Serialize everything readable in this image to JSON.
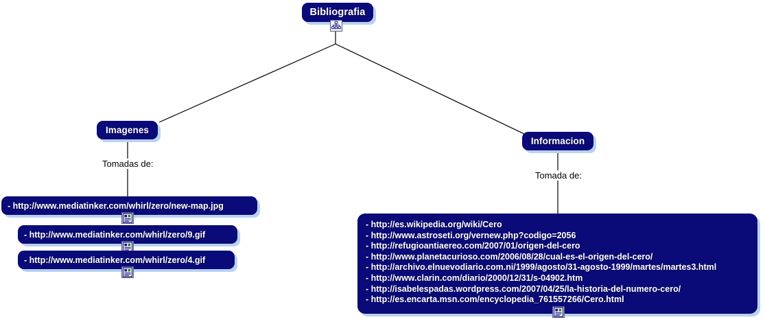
{
  "diagram": {
    "type": "mindmap",
    "background_color": "#ffffff",
    "node_fill_color": "#0a0a78",
    "node_shadow_color": "#b8d2f0",
    "node_text_color": "#ffffff",
    "connector_color": "#000000",
    "root": {
      "label": "Bibliografia",
      "icon": "hierarchy-tree-icon"
    },
    "branches": [
      {
        "label": "Imagenes",
        "caption": "Tomadas de:",
        "leaves": [
          {
            "label": "- http://www.mediatinker.com/whirl/zero/new-map.jpg",
            "icon": "image-note-icon"
          },
          {
            "label": "- http://www.mediatinker.com/whirl/zero/9.gif",
            "icon": "image-note-icon"
          },
          {
            "label": "- http://www.mediatinker.com/whirl/zero/4.gif",
            "icon": "image-note-icon"
          }
        ]
      },
      {
        "label": "Informacion",
        "caption": "Tomada de:",
        "info_box": {
          "icon": "image-note-icon",
          "lines": [
            "- http://es.wikipedia.org/wiki/Cero",
            "- http://www.astroseti.org/vernew.php?codigo=2056",
            "- http://refugioantiaereo.com/2007/01/origen-del-cero",
            "- http://www.planetacurioso.com/2006/08/28/cual-es-el-origen-del-cero/",
            "- http://archivo.elnuevodiario.com.ni/1999/agosto/31-agosto-1999/martes/martes3.html",
            "- http://www.clarin.com/diario/2000/12/31/s-04902.htm",
            "- http://isabelespadas.wordpress.com/2007/04/25/la-historia-del-numero-cero/",
            "- http://es.encarta.msn.com/encyclopedia_761557266/Cero.html"
          ]
        }
      }
    ]
  }
}
